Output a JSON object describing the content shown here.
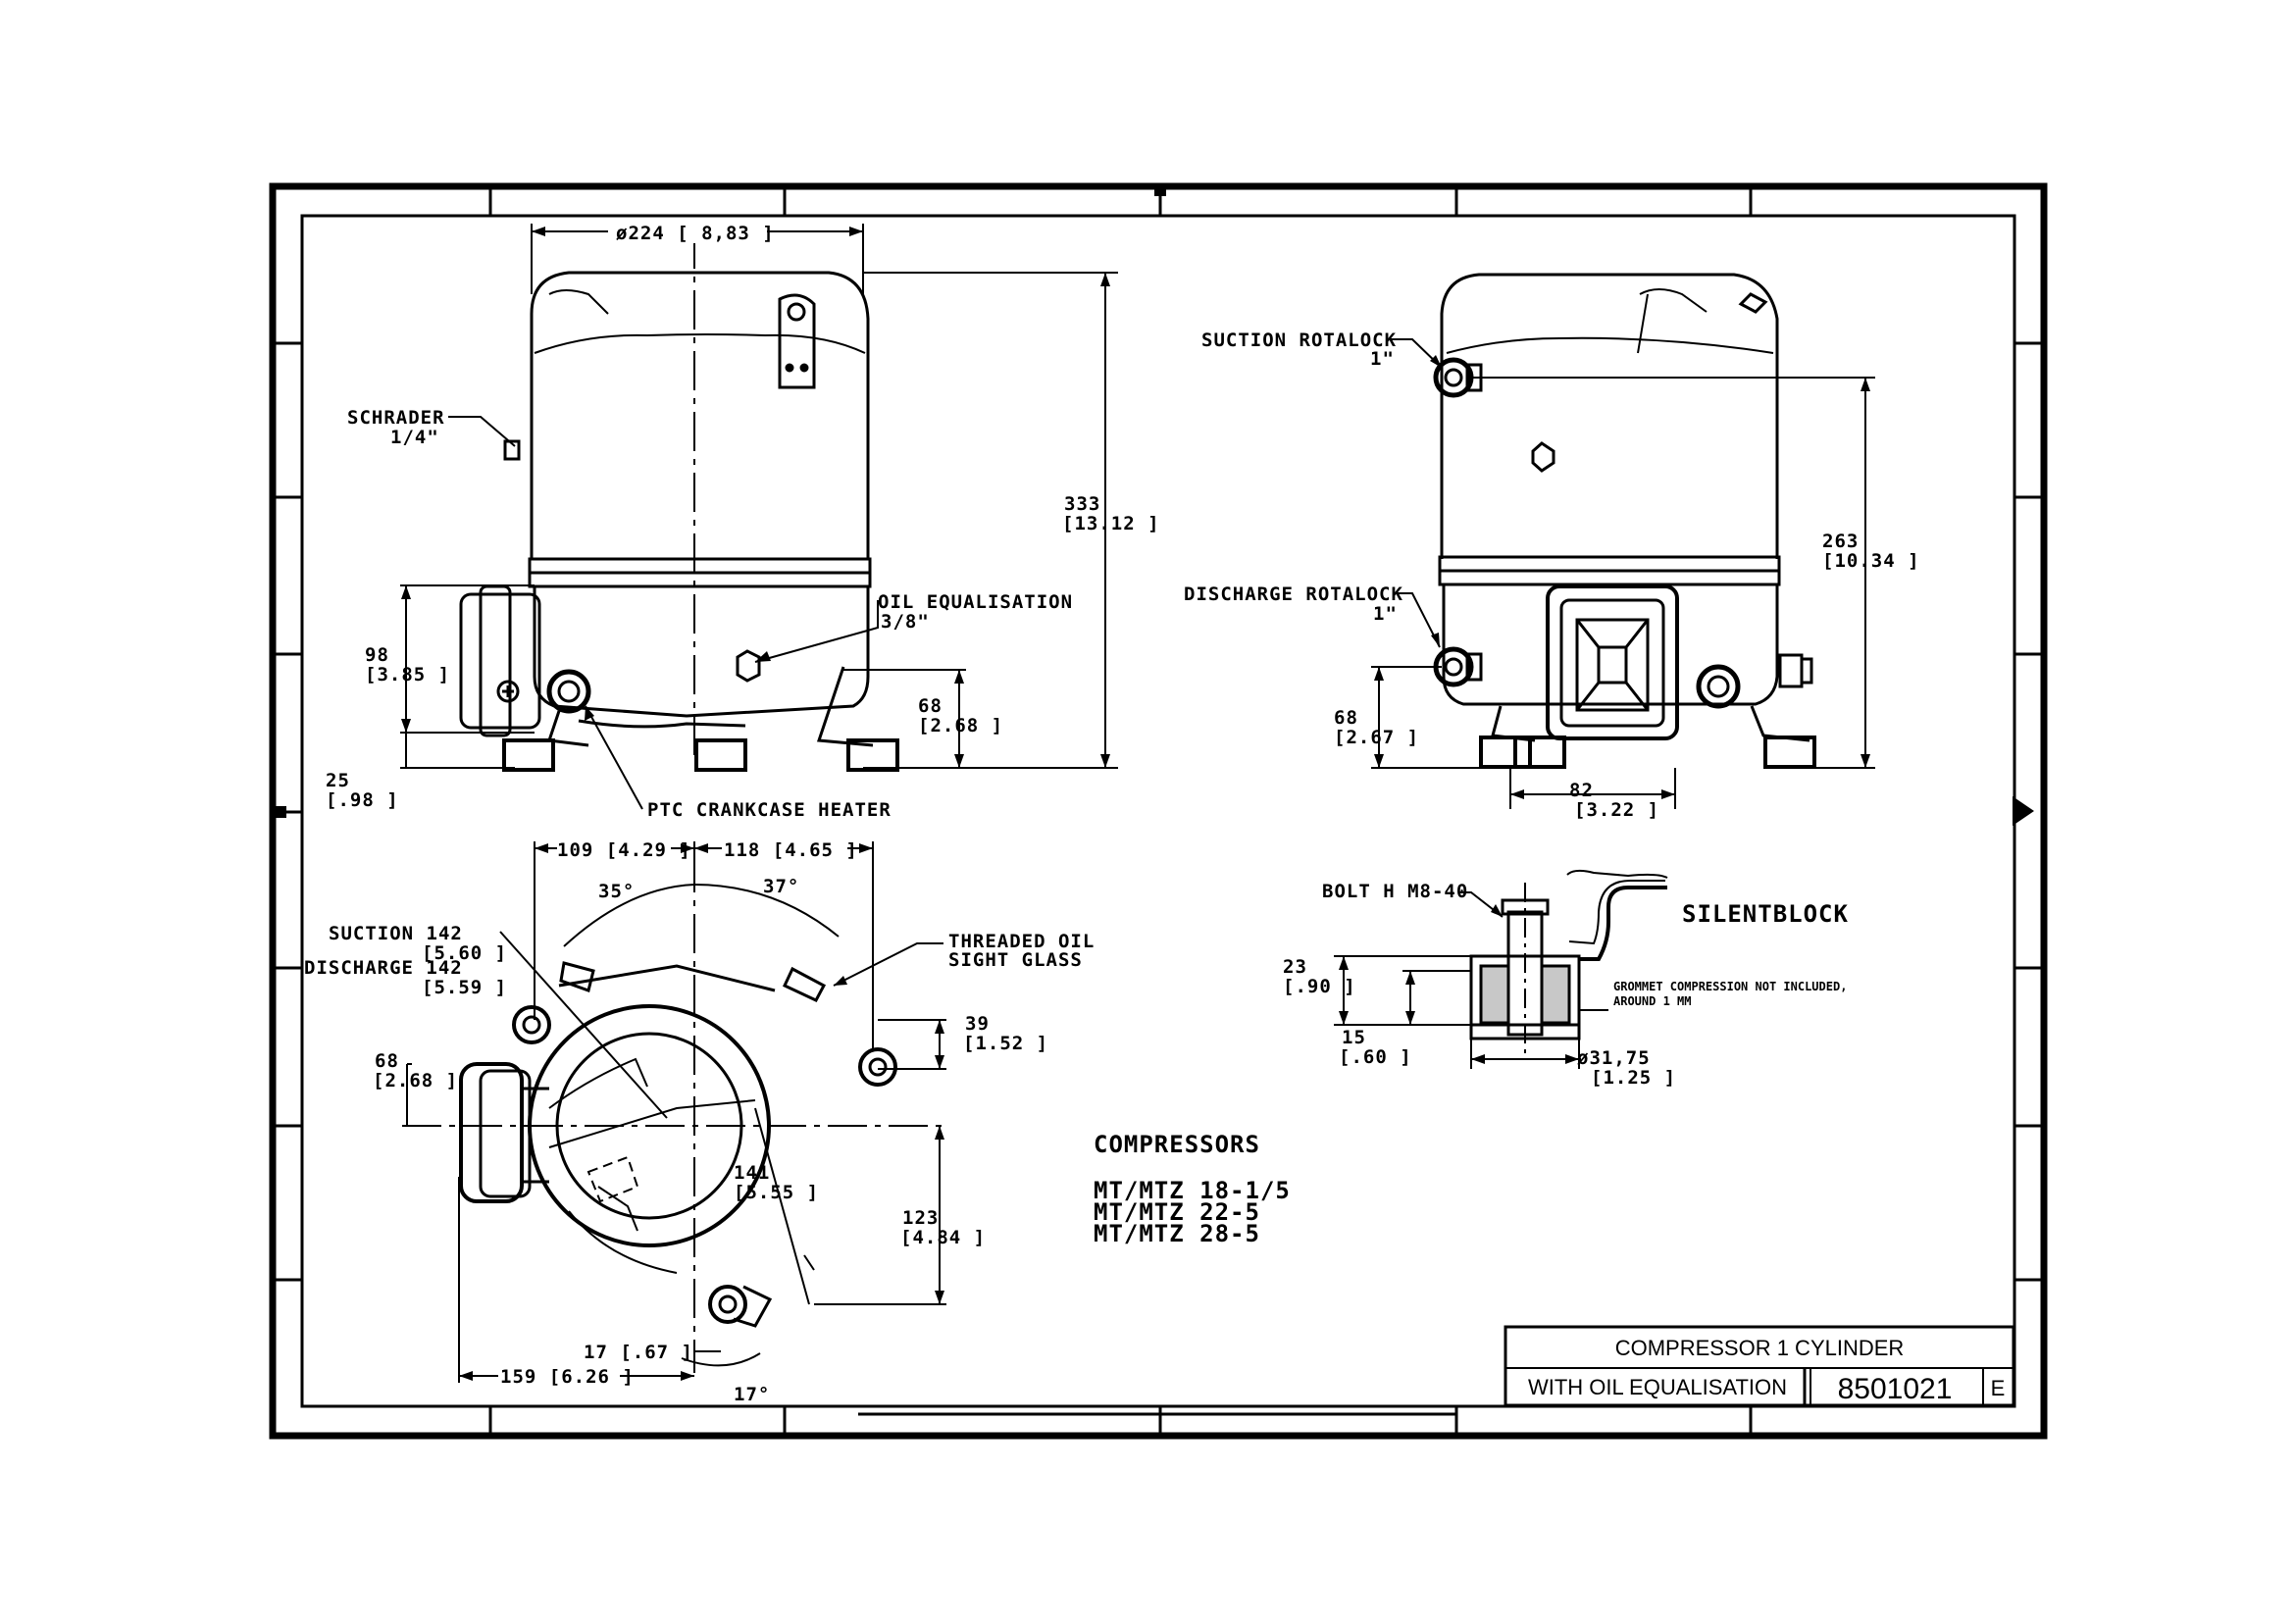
{
  "drawing": {
    "left_view": {
      "diameter": "ø224 [ 8,83 ]",
      "schrader_label": "SCHRADER",
      "schrader_size": "1/4\"",
      "oil_eq_label": "OIL EQUALISATION",
      "oil_eq_size": "3/8\"",
      "ptc_label": "PTC CRANKCASE HEATER",
      "dim_333": "333",
      "dim_333_in": "[13.12 ]",
      "dim_98": "98",
      "dim_98_in": "[3.85 ]",
      "dim_25": "25",
      "dim_25_in": "[.98 ]",
      "dim_68": "68",
      "dim_68_in": "[2.68 ]"
    },
    "right_view": {
      "suction_label": "SUCTION ROTALOCK",
      "suction_size": "1\"",
      "discharge_label": "DISCHARGE ROTALOCK",
      "discharge_size": "1\"",
      "dim_263": "263",
      "dim_263_in": "[10.34 ]",
      "dim_68": "68",
      "dim_68_in": "[2.67 ]",
      "dim_82": "82",
      "dim_82_in": "[3.22 ]"
    },
    "top_view": {
      "dim_109": "109 [4.29 ]",
      "dim_118": "118 [4.65 ]",
      "angle_35": "35°",
      "angle_37": "37°",
      "suction_label": "SUCTION 142",
      "suction_in": "[5.60 ]",
      "discharge_label": "DISCHARGE 142",
      "discharge_in": "[5.59 ]",
      "sight_glass_1": "THREADED OIL",
      "sight_glass_2": "SIGHT GLASS",
      "dim_39": "39",
      "dim_39_in": "[1.52 ]",
      "dim_68": "68",
      "dim_68_in": "[2.68 ]",
      "dim_141": "141",
      "dim_141_in": "[5.55 ]",
      "dim_123": "123",
      "dim_123_in": "[4.84 ]",
      "dim_17": "17 [.67 ]",
      "angle_17": "17°",
      "dim_159": "159 [6.26 ]"
    },
    "silentblock": {
      "title": "SILENTBLOCK",
      "bolt_label": "BOLT H M8-40",
      "grommet_note_1": "GROMMET COMPRESSION NOT INCLUDED,",
      "grommet_note_2": "AROUND 1 MM",
      "dim_23": "23",
      "dim_23_in": "[.90 ]",
      "dim_15": "15",
      "dim_15_in": "[.60 ]",
      "dim_dia": "ø31,75",
      "dim_dia_in": "[1.25 ]"
    },
    "compressors": {
      "heading": "COMPRESSORS",
      "models": [
        "MT/MTZ 18-1/5",
        "MT/MTZ 22-5",
        "MT/MTZ 28-5"
      ]
    }
  },
  "title_block": {
    "title": "COMPRESSOR 1 CYLINDER",
    "subtitle": "WITH OIL EQUALISATION",
    "number": "8501021",
    "revision": "E"
  }
}
